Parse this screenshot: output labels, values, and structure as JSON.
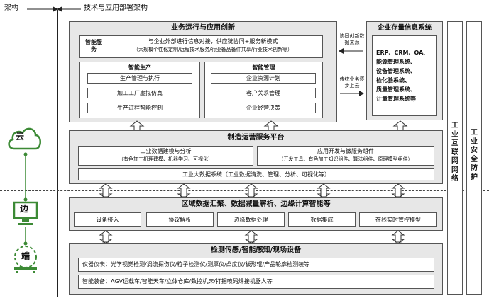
{
  "header": {
    "left_label": "架构",
    "right_label": "技术与应用部署架构"
  },
  "app_layer": {
    "title": "业务运行与应用创新",
    "smart_service": {
      "label": "智能服务",
      "line1": "与企业外部进行信息对接，供应链协同+服务新模式",
      "line2": "（大规模个性化定制/远程技术服务/行业备品备件共享/行业技术创新等）"
    },
    "smart_production": {
      "title": "智能生产",
      "items": [
        "生产管理与执行",
        "加工工厂虚拟仿真",
        "生产过程智能控制"
      ]
    },
    "smart_management": {
      "title": "智能管理",
      "items": [
        "企业资源计划",
        "客户关系管理",
        "企业经营决策"
      ]
    }
  },
  "arrows_text": {
    "top": "协同创新数据来源",
    "bottom": "传统业务逐步上云"
  },
  "enterprise_system": {
    "title": "企业存量信息系统",
    "lines": [
      "ERP、CRM、OA、",
      "能源管理系统、",
      "设备管理系统、",
      "检化验系统、",
      "质量管理系统、",
      "计量管理系统等"
    ]
  },
  "platform_layer": {
    "title": "制造运营服务平台",
    "modeling": {
      "title": "工业数据建模与分析",
      "sub": "（有色加工机理建模、机器学习、可视化）"
    },
    "app_dev": {
      "title": "应用开发与微服务组件",
      "sub": "（开发工具、有色加工知识组件、算法组件、原理模型组件）"
    },
    "bigdata": "工业大数据系统（工业数据清洗、管理、分析、可视化等）"
  },
  "edge_layer": {
    "title": "区域数据汇聚、数据减量解析、边缘计算智能等",
    "items": [
      "设备接入",
      "协议解析",
      "边缘数据处理",
      "数据集成",
      "在线实时管控模型"
    ]
  },
  "device_layer": {
    "title": "检测传感/智能感知/现场设备",
    "line1": "仪器仪表：光学视觉检测/涡流探伤仪/粒子检测仪/测厚仪/凸度仪/板形辊/产品轮廓检测装等",
    "line2": "智能装备：AGV运载车/智能天车/立体仓库/数控机床/打捆喷码焊接机器人等"
  },
  "side_columns": {
    "network": "工业互联网网络",
    "security": "工业安全防护"
  },
  "left_icons": {
    "cloud": "云",
    "edge": "边",
    "end": "端"
  },
  "colors": {
    "green": "#3c8a35",
    "gray_fill": "#e7e7e7",
    "border": "#555555"
  }
}
